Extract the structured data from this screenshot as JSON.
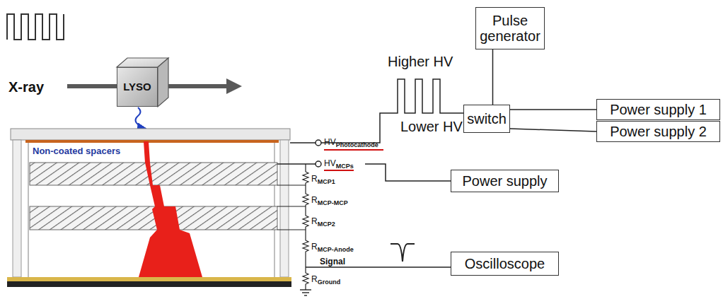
{
  "diagram": {
    "nodes": [
      {
        "text": [
          "LYSO"
        ]
      },
      {
        "text": [
          "Pulse generator"
        ]
      },
      {
        "text": [
          "switch"
        ]
      },
      {
        "text": [
          "Power supply 1"
        ]
      },
      {
        "text": [
          "Power supply 2"
        ]
      },
      {
        "text": [
          "Power supply"
        ]
      },
      {
        "text": [
          "Oscilloscope"
        ]
      }
    ],
    "edges": [
      {
        "from": 1,
        "to": 2,
        "arrow": "none"
      },
      {
        "from": 2,
        "to": 3,
        "arrow": "none"
      },
      {
        "from": 2,
        "to": 4,
        "arrow": "none"
      }
    ],
    "labels": [
      "X-ray",
      "Non-coated spacers",
      "HV",
      "Photocathode",
      "HV",
      "MCPs",
      "R",
      "MCP1",
      "R",
      "MCP-MCP",
      "R",
      "MCP2",
      "R",
      "MCP-Anode",
      "Signal",
      "R",
      "Ground",
      "Higher HV",
      "Lower HV"
    ]
  }
}
